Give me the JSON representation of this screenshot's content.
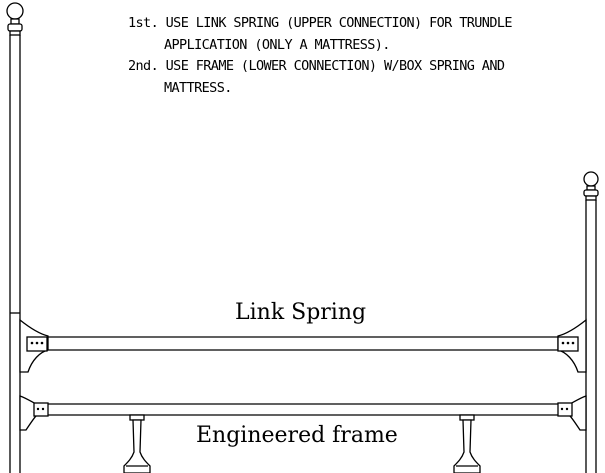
{
  "notes": {
    "line1": "1st.  USE LINK SPRING (UPPER CONNECTION) FOR TRUNDLE",
    "line2": "APPLICATION (ONLY A MATTRESS).",
    "line3": "2nd.  USE FRAME (LOWER CONNECTION) W/BOX SPRING AND",
    "line4": "MATTRESS."
  },
  "labels": {
    "link_spring": "Link Spring",
    "engineered_frame": "Engineered frame"
  },
  "colors": {
    "line": "#000000",
    "background": "#ffffff"
  }
}
